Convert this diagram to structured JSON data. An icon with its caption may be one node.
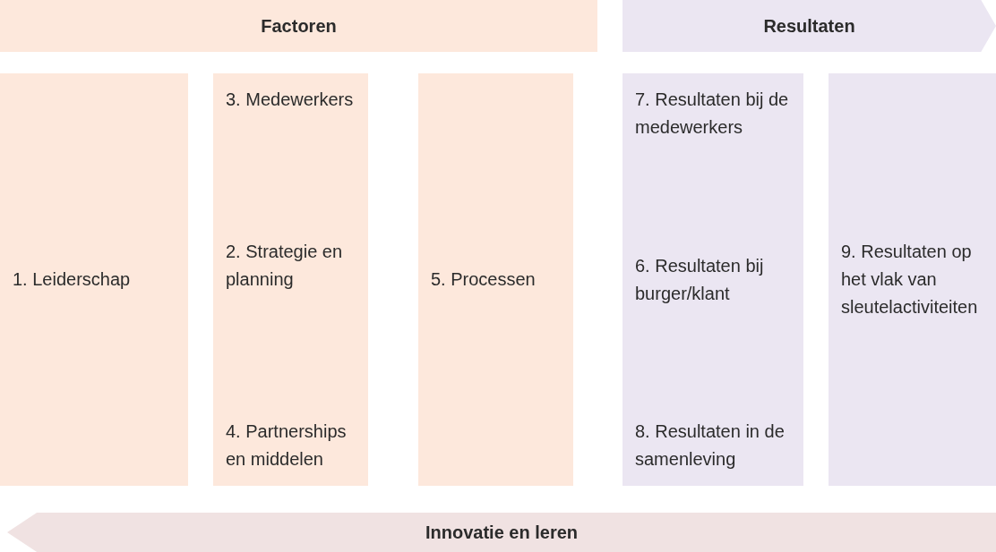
{
  "diagram": {
    "nodes": [
      {
        "text": [
          "Factoren"
        ]
      },
      {
        "text": [
          "Resultaten"
        ]
      },
      {
        "text": [
          "1. Leiderschap"
        ]
      },
      {
        "text": [
          "3. Medewerkers",
          "2. Strategie en planning",
          "4. Partnerships en middelen"
        ]
      },
      {
        "text": [
          "5. Processen"
        ]
      },
      {
        "text": [
          "7. Resultaten bij de medewerkers",
          "6. Resultaten bij burger/klant",
          "8. Resultaten in de samenleving"
        ]
      },
      {
        "text": [
          "9. Resultaten op het vlak van sleutelactiviteiten"
        ]
      },
      {
        "text": [
          "Innovatie en leren"
        ]
      }
    ],
    "edges": []
  }
}
